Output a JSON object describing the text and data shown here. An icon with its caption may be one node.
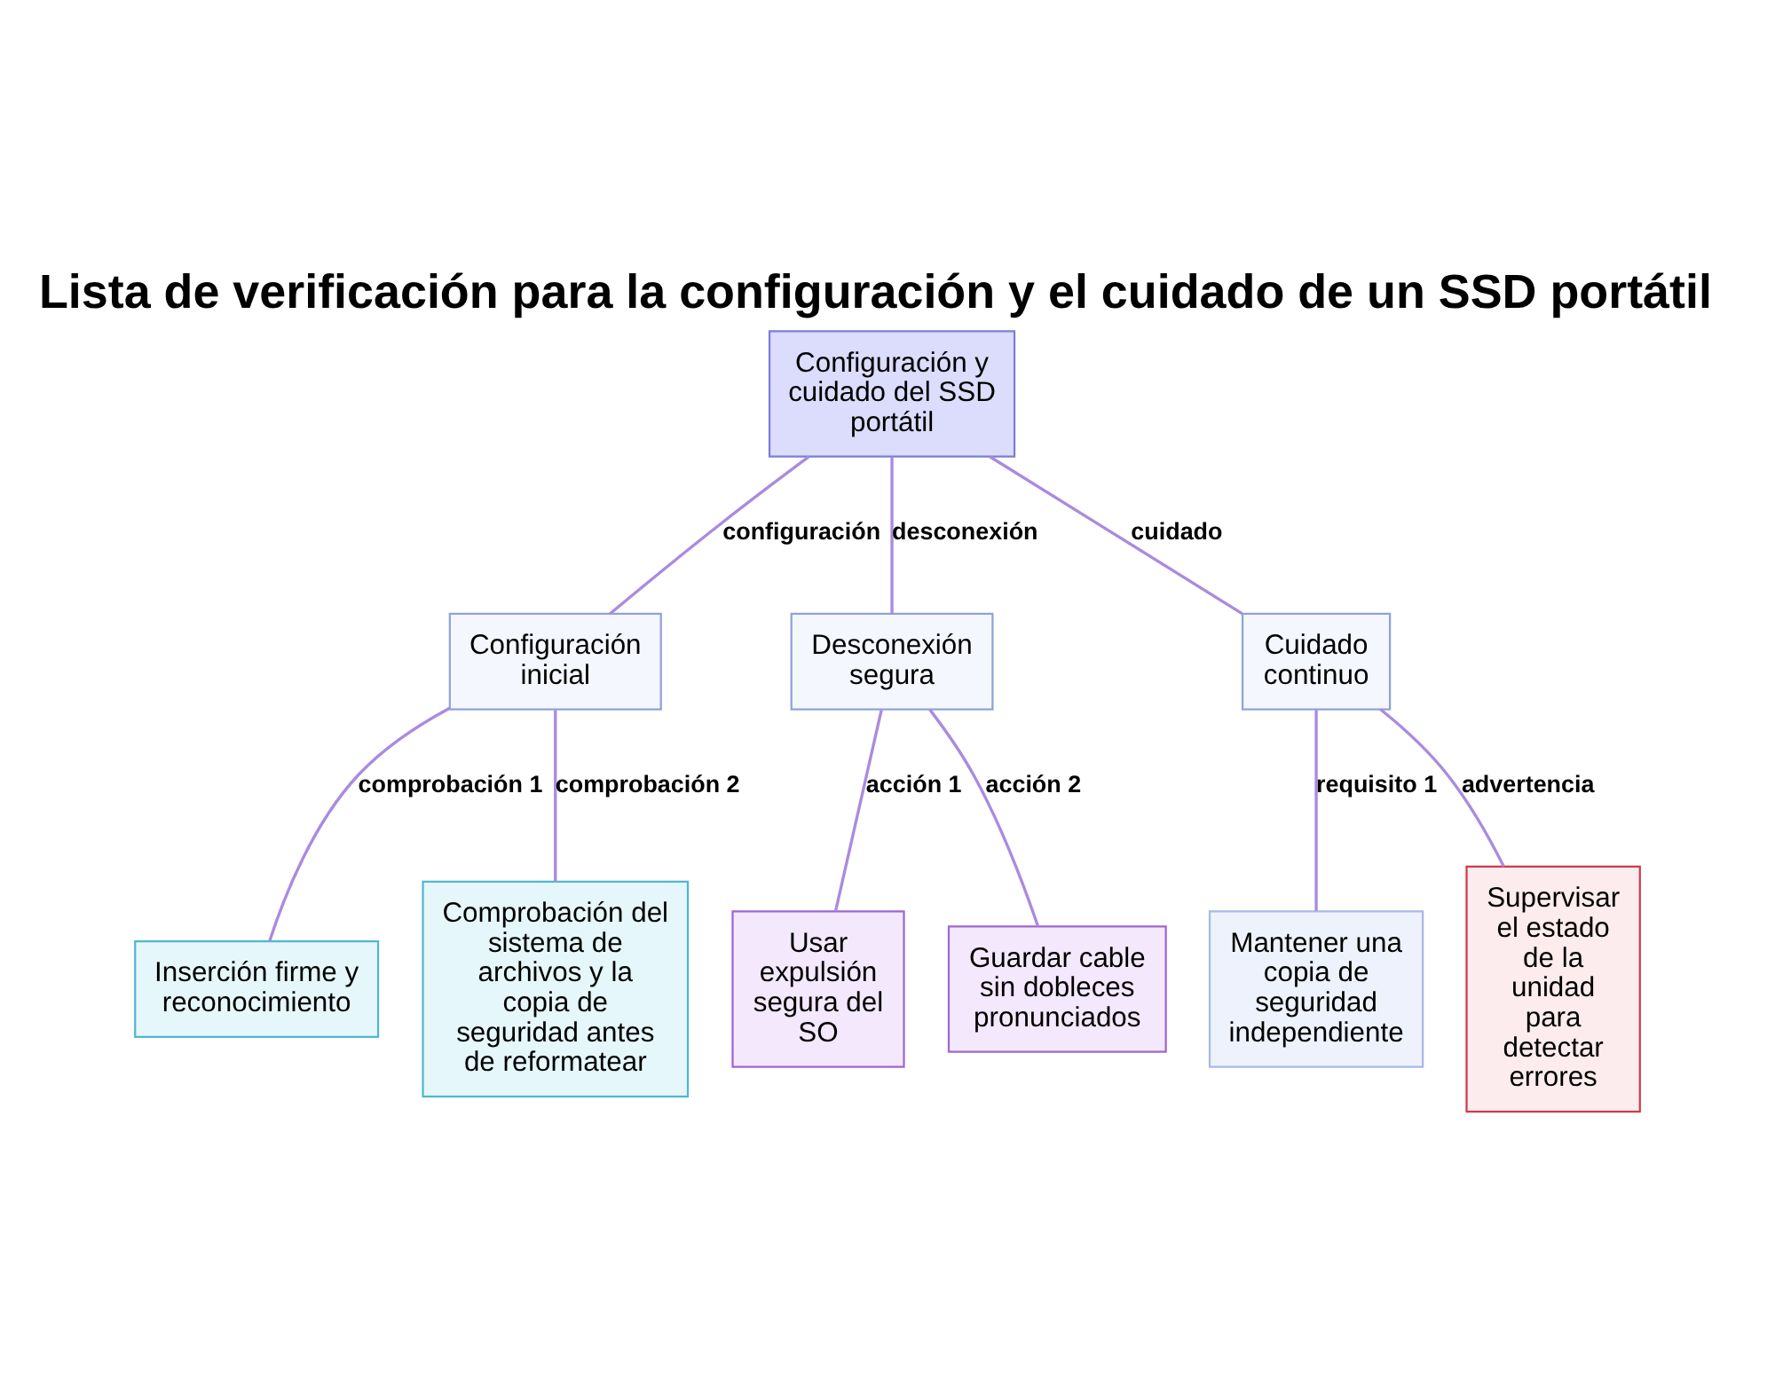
{
  "diagram": {
    "title": "Lista de verificación para la configuración y el cuidado de un SSD portátil",
    "nodes": [
      {
        "text": [
          "Configuración y cuidado del SSD portátil"
        ]
      },
      {
        "text": [
          "Configuración inicial"
        ]
      },
      {
        "text": [
          "Desconexión segura"
        ]
      },
      {
        "text": [
          "Cuidado continuo"
        ]
      },
      {
        "text": [
          "Inserción firme y reconocimiento"
        ]
      },
      {
        "text": [
          "Comprobación del sistema de archivos y la copia de seguridad antes de reformatear"
        ]
      },
      {
        "text": [
          "Usar expulsión segura del SO"
        ]
      },
      {
        "text": [
          "Guardar cable sin dobleces pronunciados"
        ]
      },
      {
        "text": [
          "Mantener una copia de seguridad independiente"
        ]
      },
      {
        "text": [
          "Supervisar el estado de la unidad para detectar errores"
        ]
      }
    ],
    "edges": [
      {
        "from": 0,
        "to": 1,
        "arrow": "none",
        "label": "configuración"
      },
      {
        "from": 0,
        "to": 2,
        "arrow": "none",
        "label": "desconexión"
      },
      {
        "from": 0,
        "to": 3,
        "arrow": "none",
        "label": "cuidado"
      },
      {
        "from": 1,
        "to": 4,
        "arrow": "none",
        "label": "comprobación 1"
      },
      {
        "from": 1,
        "to": 5,
        "arrow": "none",
        "label": "comprobación 2"
      },
      {
        "from": 2,
        "to": 6,
        "arrow": "none",
        "label": "acción 1"
      },
      {
        "from": 2,
        "to": 7,
        "arrow": "none",
        "label": "acción 2"
      },
      {
        "from": 3,
        "to": 8,
        "arrow": "none",
        "label": "requisito 1"
      },
      {
        "from": 3,
        "to": 9,
        "arrow": "none",
        "label": "advertencia"
      }
    ]
  }
}
